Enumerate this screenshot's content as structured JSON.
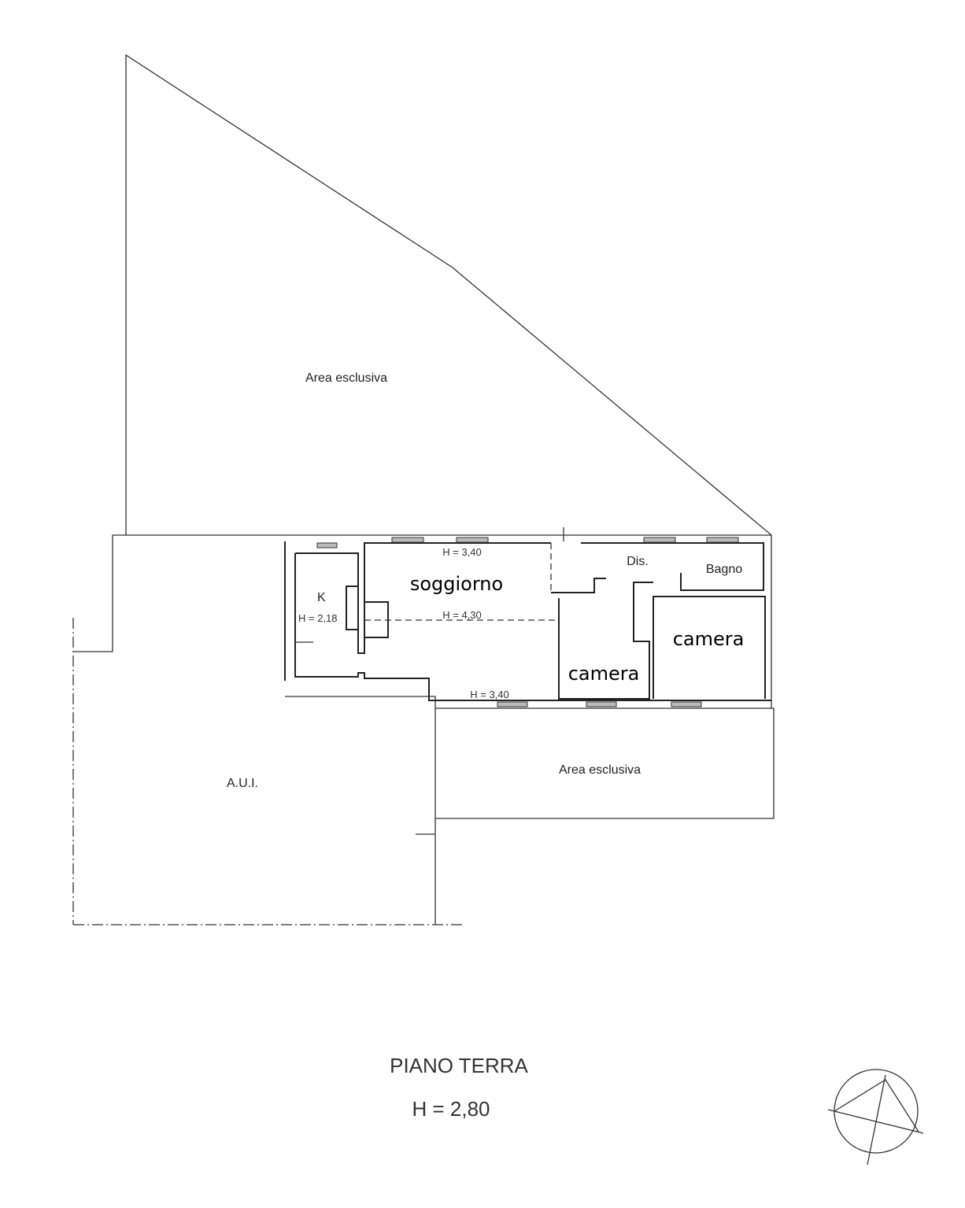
{
  "labels": {
    "area_top": "Area esclusiva",
    "area_bottom": "Area esclusiva",
    "aui": "A.U.I.",
    "kitchen": "K",
    "kitchen_height": "H = 2,18",
    "living": "soggiorno",
    "living_h_top": "H = 3,40",
    "living_h_mid": "H = 4,30",
    "living_h_bottom": "H = 3,40",
    "hall": "Dis.",
    "bath": "Bagno",
    "bedroom1": "camera",
    "bedroom2": "camera"
  },
  "title": "PIANO TERRA",
  "floor_height": "H = 2,80"
}
